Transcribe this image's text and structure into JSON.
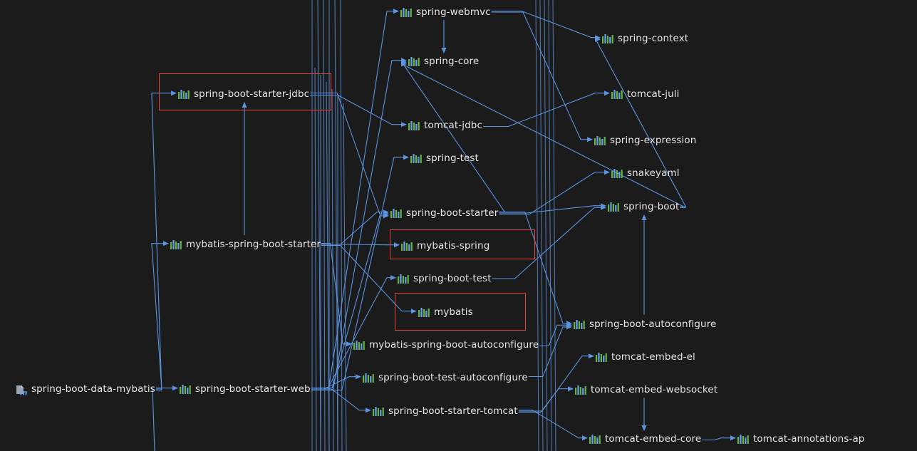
{
  "colors": {
    "background": "#1b1b1b",
    "edge": "#5b94e0",
    "text": "#e6e6e6",
    "highlight": "#e0453f",
    "icon_green": "#62b543",
    "icon_blue": "#6aa2f0"
  },
  "nodes": [
    {
      "id": "spring-boot-data-mybatis",
      "label": "spring-boot-data-mybatis",
      "icon": "maven-module-icon"
    },
    {
      "id": "spring-boot-starter-web",
      "label": "spring-boot-starter-web",
      "icon": "library-icon"
    },
    {
      "id": "mybatis-spring-boot-starter",
      "label": "mybatis-spring-boot-starter",
      "icon": "library-icon"
    },
    {
      "id": "spring-boot-starter-jdbc",
      "label": "spring-boot-starter-jdbc",
      "icon": "library-icon"
    },
    {
      "id": "spring-webmvc",
      "label": "spring-webmvc",
      "icon": "library-icon"
    },
    {
      "id": "spring-core",
      "label": "spring-core",
      "icon": "library-icon"
    },
    {
      "id": "tomcat-jdbc",
      "label": "tomcat-jdbc",
      "icon": "library-icon"
    },
    {
      "id": "spring-test",
      "label": "spring-test",
      "icon": "library-icon"
    },
    {
      "id": "spring-boot-starter",
      "label": "spring-boot-starter",
      "icon": "library-icon"
    },
    {
      "id": "mybatis-spring",
      "label": "mybatis-spring",
      "icon": "library-icon"
    },
    {
      "id": "spring-boot-test",
      "label": "spring-boot-test",
      "icon": "library-icon"
    },
    {
      "id": "mybatis",
      "label": "mybatis",
      "icon": "library-icon"
    },
    {
      "id": "mybatis-spring-boot-autoconfigure",
      "label": "mybatis-spring-boot-autoconfigure",
      "icon": "library-icon"
    },
    {
      "id": "spring-boot-test-autoconfigure",
      "label": "spring-boot-test-autoconfigure",
      "icon": "library-icon"
    },
    {
      "id": "spring-boot-starter-tomcat",
      "label": "spring-boot-starter-tomcat",
      "icon": "library-icon"
    },
    {
      "id": "spring-context",
      "label": "spring-context",
      "icon": "library-icon"
    },
    {
      "id": "tomcat-juli",
      "label": "tomcat-juli",
      "icon": "library-icon"
    },
    {
      "id": "spring-expression",
      "label": "spring-expression",
      "icon": "library-icon"
    },
    {
      "id": "snakeyaml",
      "label": "snakeyaml",
      "icon": "library-icon"
    },
    {
      "id": "spring-boot",
      "label": "spring-boot",
      "icon": "library-icon"
    },
    {
      "id": "spring-boot-autoconfigure",
      "label": "spring-boot-autoconfigure",
      "icon": "library-icon"
    },
    {
      "id": "tomcat-embed-el",
      "label": "tomcat-embed-el",
      "icon": "library-icon"
    },
    {
      "id": "tomcat-embed-websocket",
      "label": "tomcat-embed-websocket",
      "icon": "library-icon"
    },
    {
      "id": "tomcat-embed-core",
      "label": "tomcat-embed-core",
      "icon": "library-icon"
    },
    {
      "id": "tomcat-annotations-ap",
      "label": "tomcat-annotations-ap",
      "icon": "library-icon"
    }
  ],
  "edges": [
    [
      "spring-boot-data-mybatis",
      "spring-boot-starter-web"
    ],
    [
      "spring-boot-data-mybatis",
      "mybatis-spring-boot-starter"
    ],
    [
      "spring-boot-data-mybatis",
      "spring-boot-starter-jdbc"
    ],
    [
      "mybatis-spring-boot-starter",
      "spring-boot-starter-jdbc"
    ],
    [
      "mybatis-spring-boot-starter",
      "mybatis-spring"
    ],
    [
      "mybatis-spring-boot-starter",
      "mybatis"
    ],
    [
      "mybatis-spring-boot-starter",
      "mybatis-spring-boot-autoconfigure"
    ],
    [
      "mybatis-spring-boot-starter",
      "spring-boot-starter"
    ],
    [
      "spring-boot-starter-jdbc",
      "tomcat-jdbc"
    ],
    [
      "spring-boot-starter-jdbc",
      "spring-boot-starter"
    ],
    [
      "spring-boot-starter-web",
      "spring-webmvc"
    ],
    [
      "spring-boot-starter-web",
      "spring-core"
    ],
    [
      "spring-boot-starter-web",
      "spring-boot-starter"
    ],
    [
      "spring-boot-starter-web",
      "spring-boot-starter-tomcat"
    ],
    [
      "spring-boot-starter-web",
      "spring-test"
    ],
    [
      "spring-boot-starter-web",
      "spring-boot-test"
    ],
    [
      "spring-boot-starter-web",
      "spring-boot-test-autoconfigure"
    ],
    [
      "spring-webmvc",
      "spring-core"
    ],
    [
      "spring-webmvc",
      "spring-context"
    ],
    [
      "spring-webmvc",
      "spring-expression"
    ],
    [
      "tomcat-jdbc",
      "tomcat-juli"
    ],
    [
      "spring-boot-starter",
      "spring-core"
    ],
    [
      "spring-boot-starter",
      "spring-boot"
    ],
    [
      "spring-boot-starter",
      "snakeyaml"
    ],
    [
      "spring-boot-starter",
      "spring-boot-autoconfigure"
    ],
    [
      "spring-boot-test",
      "spring-boot"
    ],
    [
      "mybatis-spring-boot-autoconfigure",
      "spring-boot-autoconfigure"
    ],
    [
      "spring-boot-test-autoconfigure",
      "spring-boot-autoconfigure"
    ],
    [
      "spring-boot-starter-tomcat",
      "tomcat-embed-el"
    ],
    [
      "spring-boot-starter-tomcat",
      "tomcat-embed-websocket"
    ],
    [
      "spring-boot-starter-tomcat",
      "tomcat-embed-core"
    ],
    [
      "tomcat-embed-websocket",
      "tomcat-embed-core"
    ],
    [
      "tomcat-embed-core",
      "tomcat-annotations-ap"
    ],
    [
      "spring-boot-autoconfigure",
      "spring-boot"
    ],
    [
      "spring-boot",
      "spring-context"
    ],
    [
      "spring-boot",
      "spring-core"
    ]
  ],
  "highlighted": [
    "spring-boot-starter-jdbc",
    "mybatis-spring",
    "mybatis"
  ]
}
